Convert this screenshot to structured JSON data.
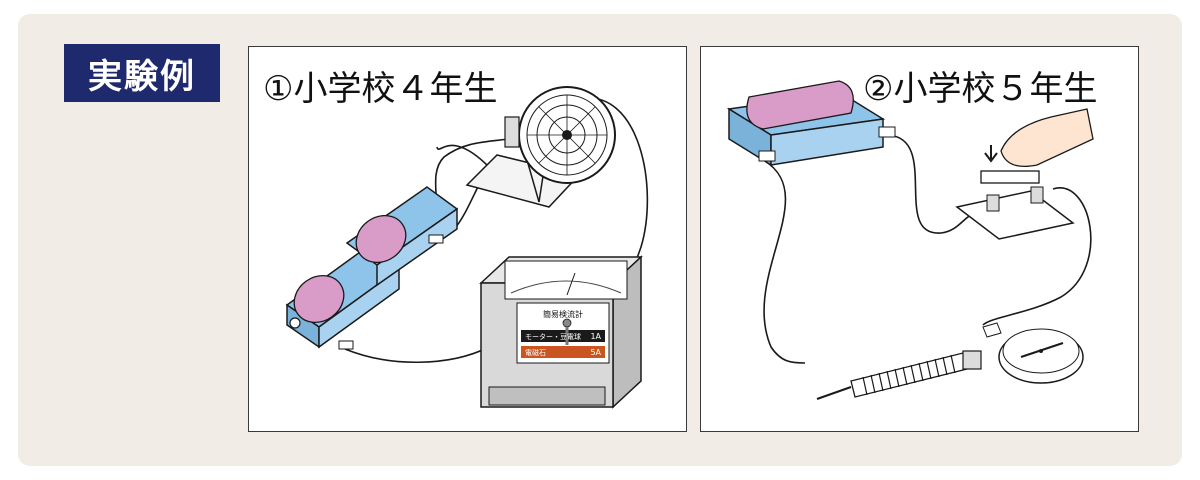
{
  "badge_label": "実験例",
  "panels": [
    {
      "title": "①小学校４年生",
      "meter": {
        "name": "簡易検流計",
        "row1_label": "モーター・豆電球",
        "row1_value": "1A",
        "row2_label": "電磁石",
        "row2_value": "5A"
      }
    },
    {
      "title": "②小学校５年生"
    }
  ],
  "colors": {
    "badge_bg": "#1f2a6e",
    "battery_case": "#8ec4ea",
    "battery_cell": "#d99cc8",
    "meter_label_bar": "#c9561e"
  }
}
